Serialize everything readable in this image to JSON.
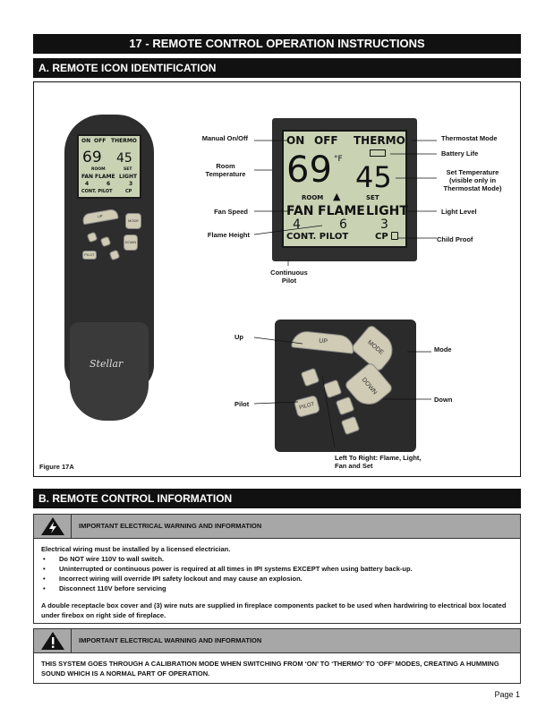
{
  "header": {
    "title": "17 - REMOTE CONTROL OPERATION INSTRUCTIONS"
  },
  "section_a": {
    "title": "A. REMOTE ICON IDENTIFICATION"
  },
  "section_b": {
    "title": "B. REMOTE CONTROL INFORMATION"
  },
  "figure": {
    "caption": "Figure 17A",
    "brand": "Stellar",
    "lcd": {
      "on": "ON",
      "off": "OFF",
      "thermo": "THERMO",
      "room_temp": "69",
      "set_temp": "45",
      "unit": "°F",
      "room": "ROOM",
      "set": "SET",
      "fan": "FAN",
      "flame": "FLAME",
      "light": "LIGHT",
      "fan_level": "4",
      "flame_level": "6",
      "light_level": "3",
      "cont_pilot": "CONT. PILOT",
      "cp": "CP"
    },
    "buttons": {
      "up": "UP",
      "mode": "MODE",
      "down": "DOWN",
      "pilot": "PILOT"
    },
    "labels": {
      "manual_on_off": "Manual On/Off",
      "room_temperature": "Room Temperature",
      "fan_speed": "Fan Speed",
      "flame_height": "Flame Height",
      "continuous_pilot": "Continuous Pilot",
      "thermostat_mode": "Thermostat Mode",
      "battery_life": "Battery Life",
      "set_temperature": "Set Temperature (visible only in Thermostat Mode)",
      "light_level": "Light Level",
      "child_proof": "Child Proof",
      "up": "Up",
      "mode": "Mode",
      "down": "Down",
      "pilot": "Pilot",
      "left_to_right": "Left To Right: Flame, Light, Fan and Set"
    }
  },
  "warning1": {
    "title": "IMPORTANT ELECTRICAL WARNING AND INFORMATION",
    "intro": "Electrical wiring must be installed by a licensed electrician.",
    "bullets": [
      "Do NOT wire 110V to wall switch.",
      "Uninterrupted or continuous power is required at all times in IPI systems EXCEPT when using battery back-up.",
      "Incorrect wiring will override IPI safety lockout and may cause an explosion.",
      "Disconnect 110V before servicing"
    ],
    "note": "A double receptacle box cover and (3) wire nuts are supplied in fireplace components packet to be used when hardwiring to electrical box located under firebox on right side of fireplace."
  },
  "warning2": {
    "title": "IMPORTANT ELECTRICAL WARNING AND INFORMATION",
    "text": "THIS SYSTEM GOES THROUGH A CALIBRATION MODE WHEN SWITCHING FROM ‘ON’ TO ‘THERMO’ TO ‘OFF’ MODES, CREATING A HUMMING SOUND WHICH IS A NORMAL PART OF OPERATION."
  },
  "footer": {
    "page": "Page 1"
  }
}
